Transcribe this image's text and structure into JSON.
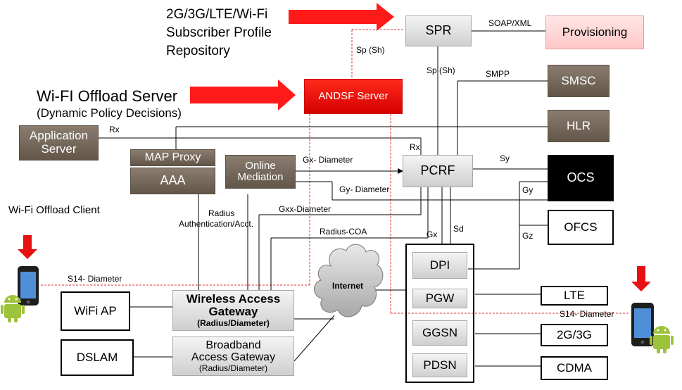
{
  "headings": {
    "spr_title_1": "2G/3G/LTE/Wi-Fi",
    "spr_title_2": "Subscriber Profile",
    "spr_title_3": "Repository",
    "offload_title": "Wi-FI Offload Server",
    "offload_subtitle": "(Dynamic Policy Decisions)",
    "client_title": "Wi-Fi Offload Client"
  },
  "nodes": {
    "spr": "SPR",
    "provisioning": "Provisioning",
    "smsc": "SMSC",
    "andsf": "ANDSF Server",
    "hlr": "HLR",
    "app_server_1": "Application",
    "app_server_2": "Server",
    "map_proxy": "MAP Proxy",
    "aaa": "AAA",
    "online_mediation_1": "Online",
    "online_mediation_2": "Mediation",
    "pcrf": "PCRF",
    "ocs": "OCS",
    "ofcs": "OFCS",
    "dpi": "DPI",
    "pgw": "PGW",
    "ggsn": "GGSN",
    "pdsn": "PDSN",
    "lte": "LTE",
    "g23": "2G/3G",
    "cdma": "CDMA",
    "wifi_ap": "WiFi AP",
    "dslam": "DSLAM",
    "wag_1": "Wireless Access",
    "wag_2": "Gateway",
    "wag_3": "(Radius/Diameter)",
    "bag_1": "Broadband",
    "bag_2": "Access Gateway",
    "bag_3": "(Radius/Diameter)",
    "internet": "Internet"
  },
  "links": {
    "soap": "SOAP/XML",
    "sp_sh_left": "Sp (Sh)",
    "sp_sh_right": "Sp (Sh)",
    "smpp": "SMPP",
    "rx_app": "Rx",
    "rx_pcrf": "Rx",
    "gx_diameter": "Gx- Diameter",
    "gy_diameter": "Gy- Diameter",
    "sy": "Sy",
    "gy": "Gy",
    "gxx": "Gxx-Diameter",
    "radius_1": "Radius",
    "radius_2": "Authentication/Acct.",
    "radius_coa": "Radius-COA",
    "gx": "Gx",
    "sd": "Sd",
    "gz": "Gz",
    "s14_left": "S14- Diameter",
    "s14_right": "S14- Diameter"
  },
  "colors": {
    "arrow_red": "#ff1a1a",
    "andsf_red": "#e00000",
    "brown": "#6e6256",
    "dashed_red": "#e03030"
  }
}
